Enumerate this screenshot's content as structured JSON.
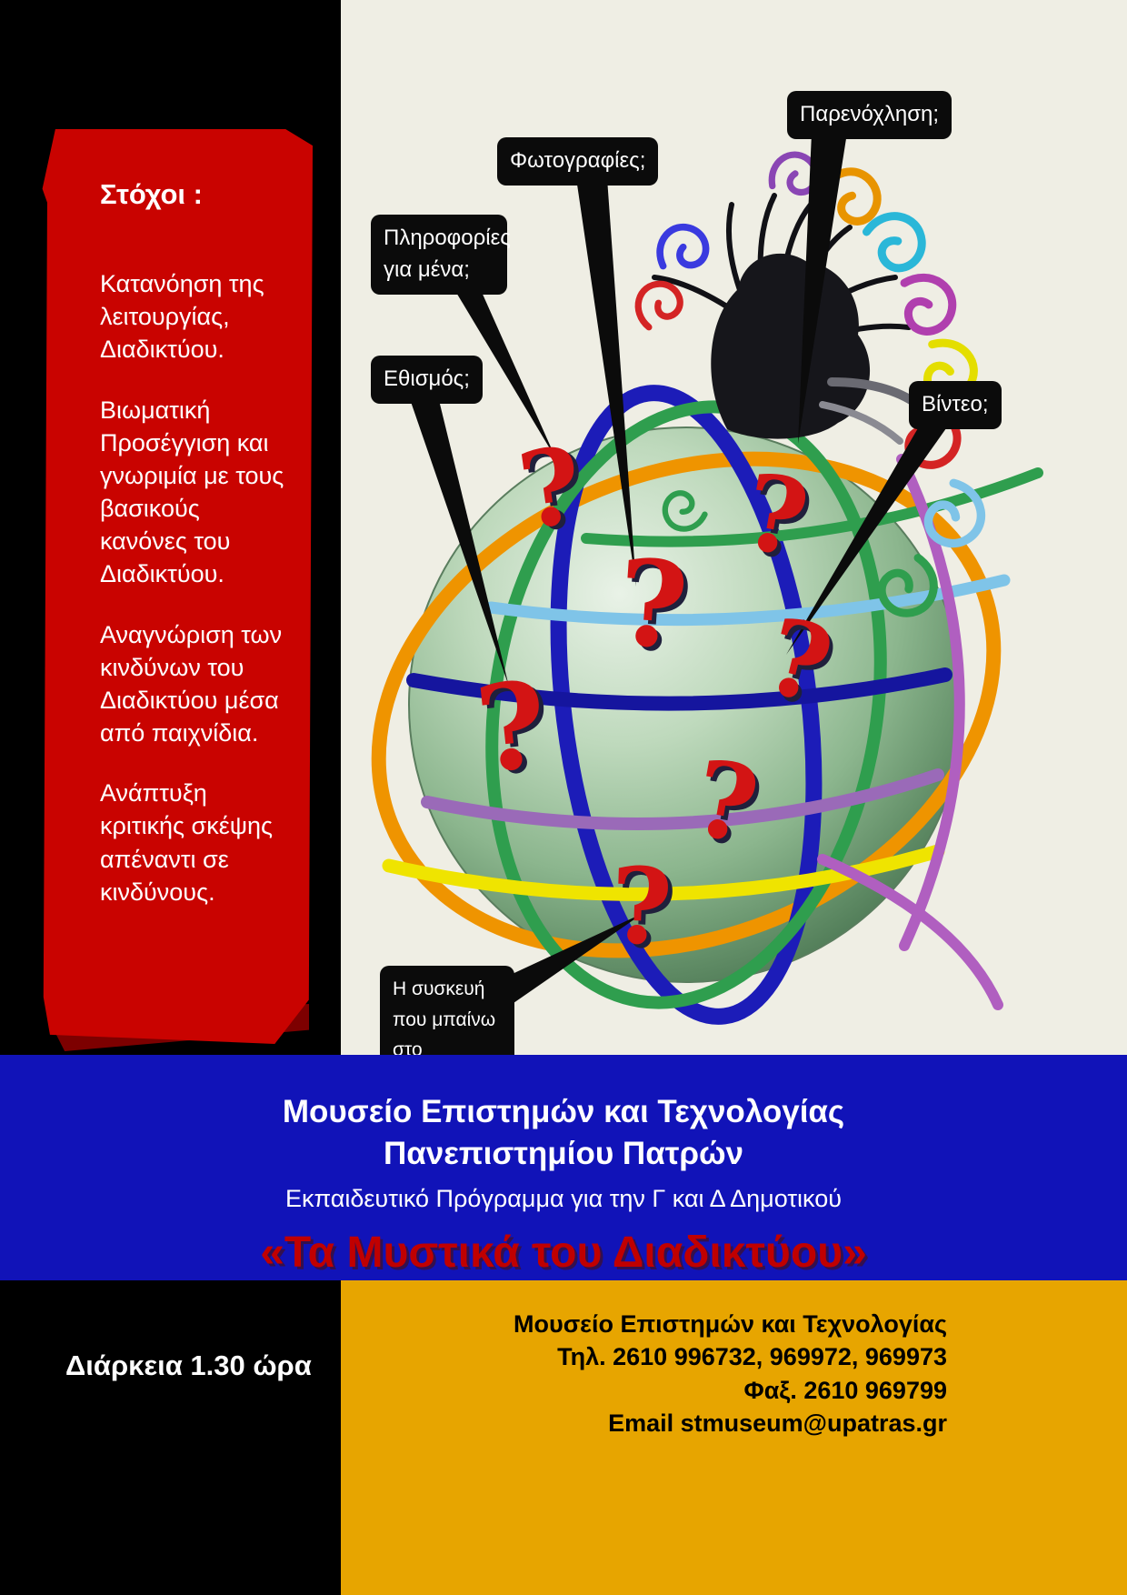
{
  "poster": {
    "goals": {
      "title": "Στόχοι :",
      "items": [
        "Κατανόηση της λειτουργίας, Διαδικτύου.",
        "Βιωματική Προσέγγιση και γνωριμία με τους βασικούς κανόνες του Διαδικτύου.",
        "Αναγνώριση των  κινδύνων του Διαδικτύου μέσα από παιχνίδια.",
        "Ανάπτυξη κριτικής σκέψης απέναντι σε κινδύνους."
      ]
    },
    "callouts": [
      {
        "id": "harassment",
        "label": "Παρενόχληση;"
      },
      {
        "id": "photos",
        "label": "Φωτογραφίες;"
      },
      {
        "id": "personal-info",
        "label": "Πληροφορίες για μένα;"
      },
      {
        "id": "addiction",
        "label": "Εθισμός;"
      },
      {
        "id": "video",
        "label": "Βίντεο;"
      },
      {
        "id": "device",
        "label": "Η συσκευή που μπαίνω  στο Διαδίκτυο;"
      }
    ],
    "question_mark": "?",
    "banner": {
      "museum_line1": "Μουσείο  Επιστημών και Τεχνολογίας",
      "museum_line2": "Πανεπιστημίου Πατρών",
      "subtitle": "Εκπαιδευτικό Πρόγραμμα για την Γ και Δ Δημοτικού",
      "title": "«Τα Μυστικά του Διαδικτύου»"
    },
    "footer": {
      "duration": "Διάρκεια  1.30 ώρα",
      "contact_lines": [
        "Μουσείο Επιστημών και Τεχνολογίας",
        "Τηλ. 2610 996732, 969972, 969973",
        "Φαξ. 2610 969799",
        "Email stmuseum@upatras.gr"
      ]
    },
    "colors": {
      "ribbon_red": "#c90300",
      "banner_blue": "#1113b8",
      "footer_gold": "#e7a500",
      "title_red": "#c00000",
      "canvas_cream": "#efeee4",
      "callout_black": "#0b0b0b",
      "question_red": "#d31414"
    }
  }
}
